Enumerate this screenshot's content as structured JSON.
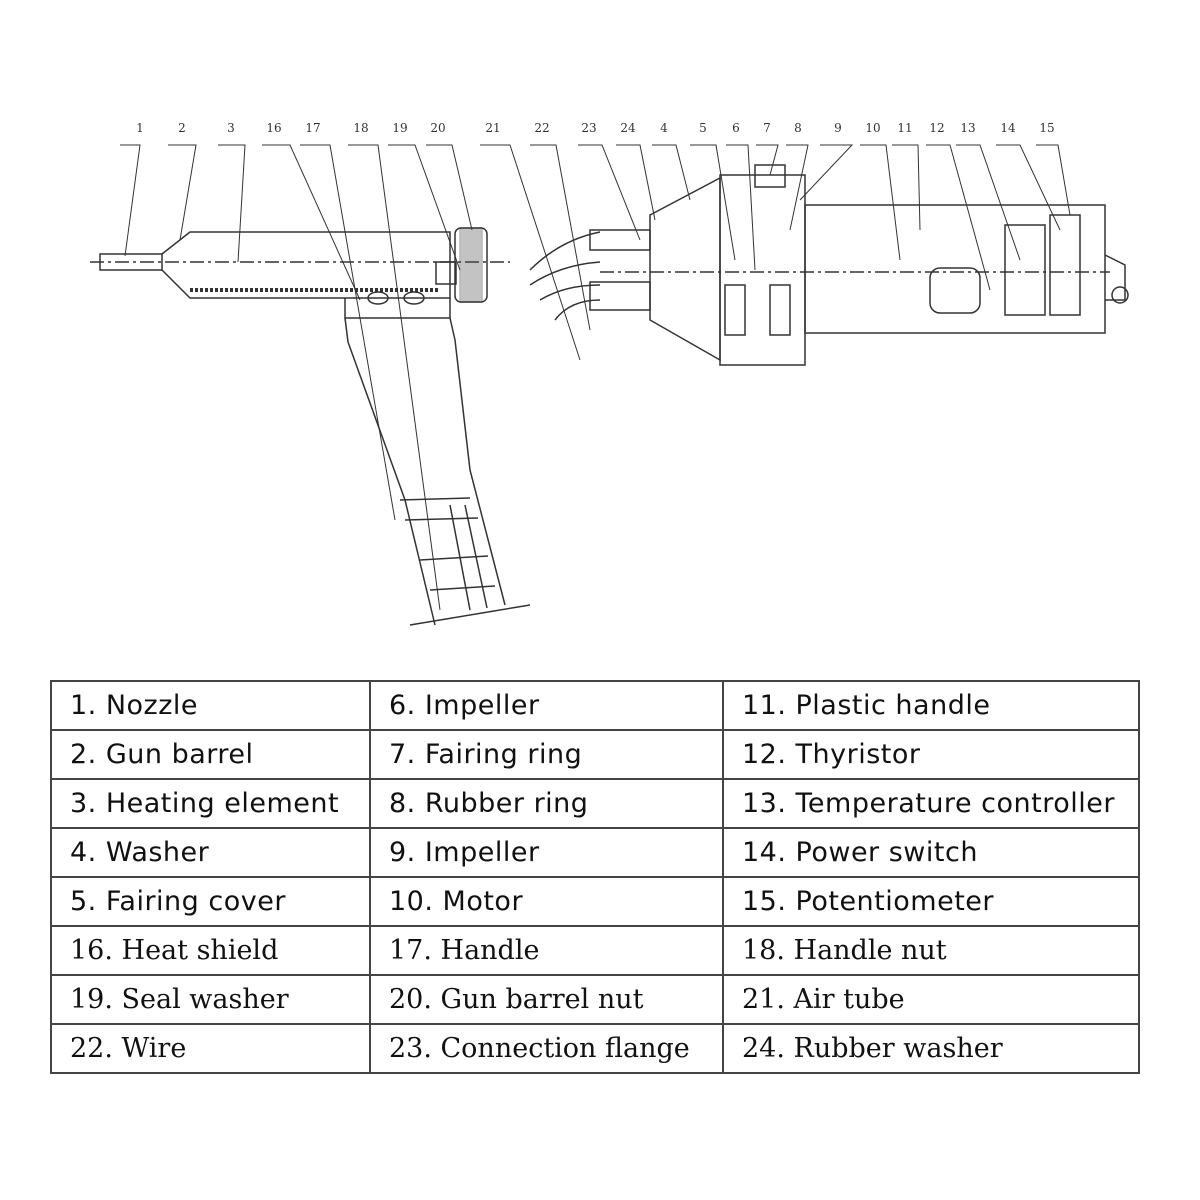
{
  "callouts": [
    "1",
    "2",
    "3",
    "16",
    "17",
    "18",
    "19",
    "20",
    "21",
    "22",
    "23",
    "24",
    "4",
    "5",
    "6",
    "7",
    "8",
    "9",
    "10",
    "11",
    "12",
    "13",
    "14",
    "15"
  ],
  "legend": [
    [
      "1. Nozzle",
      "6. Impeller",
      "11. Plastic handle"
    ],
    [
      "2. Gun barrel",
      "7. Fairing ring",
      "12. Thyristor"
    ],
    [
      "3. Heating element",
      "8. Rubber ring",
      "13. Temperature controller"
    ],
    [
      "4. Washer",
      "9. Impeller",
      "14. Power switch"
    ],
    [
      "5. Fairing cover",
      "10. Motor",
      "15. Potentiometer"
    ],
    [
      "16. Heat shield",
      "17. Handle",
      "18. Handle nut"
    ],
    [
      "19. Seal washer",
      "20. Gun barrel nut",
      "21. Air tube"
    ],
    [
      "22. Wire",
      "23. Connection flange",
      "24. Rubber washer"
    ]
  ]
}
